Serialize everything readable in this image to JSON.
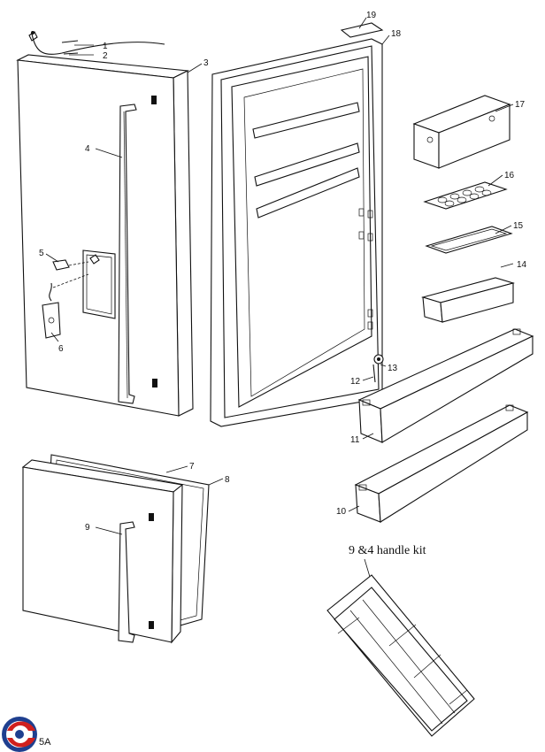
{
  "diagram": {
    "callouts": [
      "1",
      "2",
      "3",
      "4",
      "5",
      "6",
      "7",
      "8",
      "9",
      "10",
      "11",
      "12",
      "13",
      "14",
      "15",
      "16",
      "17",
      "18",
      "19"
    ],
    "kit_label": "9 &4 handle kit",
    "logo_code": "5A"
  },
  "colors": {
    "line": "#111111",
    "background": "#ffffff",
    "logo_red": "#d0201e",
    "logo_blue": "#1f3f8f"
  },
  "icons": [
    "brand-logo-icon"
  ]
}
